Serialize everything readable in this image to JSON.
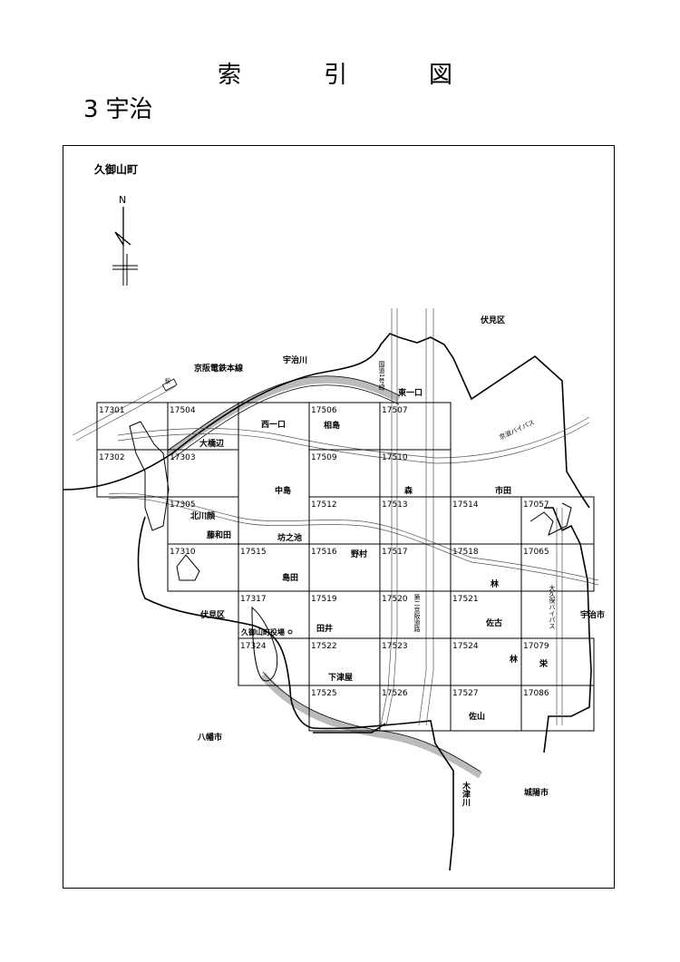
{
  "title": {
    "c1": "索",
    "c2": "引",
    "c3": "図"
  },
  "subtitle": {
    "number": "3",
    "name": "宇治"
  },
  "town_name": "久御山町",
  "north_label": "N",
  "grid": {
    "cells": [
      "17301",
      "17504",
      "17302",
      "17303",
      "17305",
      "17310",
      "17506",
      "17507",
      "17509",
      "17510",
      "17512",
      "17513",
      "17514",
      "17057",
      "17515",
      "17516",
      "17517",
      "17518",
      "17065",
      "17317",
      "17519",
      "17520",
      "17521",
      "17324",
      "17522",
      "17523",
      "17524",
      "17079",
      "17525",
      "17526",
      "17527",
      "17086"
    ]
  },
  "places": {
    "fushimi_ne": "伏見区",
    "uji_river": "宇治川",
    "keihan": "京阪電鉄本線",
    "eki": "駅",
    "route1": "国道1号線",
    "higashi_ichiguchi": "東一口",
    "aijima": "相島",
    "nishi_ichiguchi": "西一口",
    "keiwa_bypass": "京滋バイパス",
    "ohashi": "大橋辺",
    "mori": "森",
    "ichida": "市田",
    "nakajima": "中島",
    "kitakawazura": "北川顔",
    "fujiwada": "藤和田",
    "bonoike": "坊之池",
    "nomura": "野村",
    "shimada": "島田",
    "hayashi1": "林",
    "okubo_bypass": "大久保バイパス",
    "uji_city": "宇治市",
    "fushimi_w": "伏見区",
    "tai": "田井",
    "daini_keihan": "第二京阪道路",
    "saiko": "佐古",
    "townhall": "久御山町役場",
    "hayashi2": "林",
    "sakae": "栄",
    "shimotsuya": "下津屋",
    "sayama": "佐山",
    "yawata": "八幡市",
    "kizu_river": "木津川",
    "joyo": "城陽市"
  }
}
